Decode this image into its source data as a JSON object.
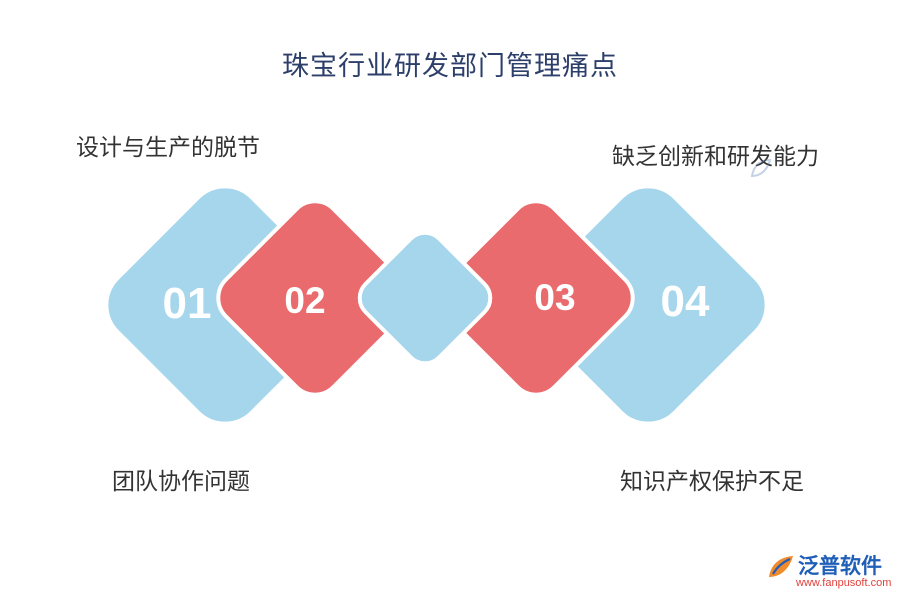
{
  "title": "珠宝行业研发部门管理痛点",
  "labels": {
    "top_left": "设计与生产的脱节",
    "top_right": "缺乏创新和研发能力",
    "bottom_left": "团队协作问题",
    "bottom_right": "知识产权保护不足"
  },
  "numbers": [
    "01",
    "02",
    "03",
    "04"
  ],
  "colors": {
    "blue": "#a5d6ec",
    "red": "#ea6b6d",
    "title": "#2c3e6a"
  },
  "logo": {
    "name": "泛普软件",
    "url": "www.fanpusoft.com"
  }
}
